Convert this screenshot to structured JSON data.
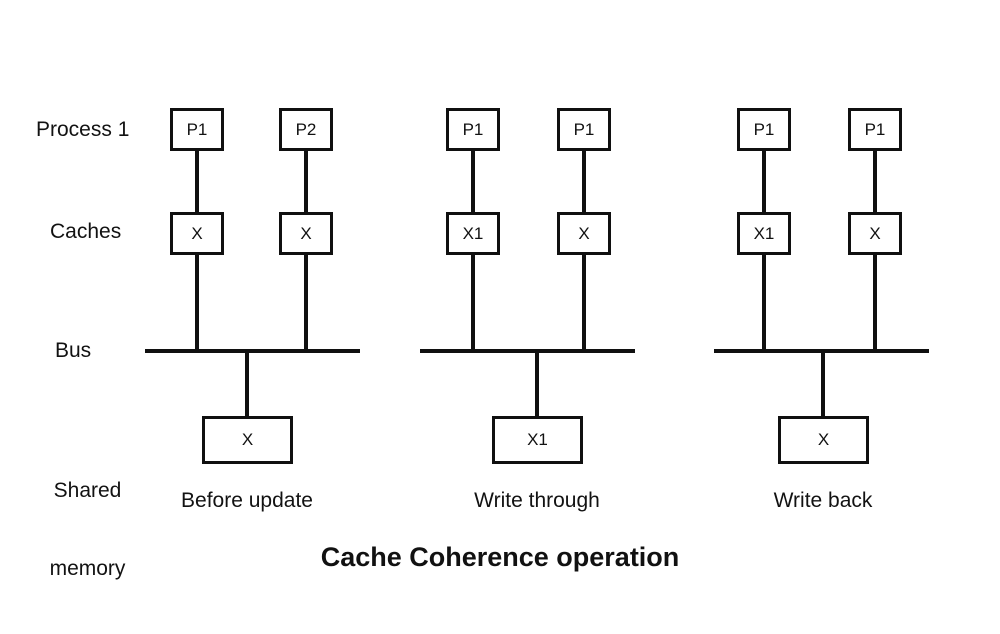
{
  "figure": {
    "title": "Cache Coherence operation",
    "background_color": "#ffffff",
    "stroke_color": "#101010",
    "text_color": "#121212"
  },
  "row_labels": {
    "process": "Process 1",
    "caches": "Caches",
    "bus": "Bus",
    "shared_memory_line1": "Shared",
    "shared_memory_line2": "memory"
  },
  "groups": [
    {
      "id": "before-update",
      "caption": "Before update",
      "processors": [
        "P1",
        "P2"
      ],
      "caches": [
        "X",
        "X"
      ],
      "memory": "X"
    },
    {
      "id": "write-through",
      "caption": "Write through",
      "processors": [
        "P1",
        "P1"
      ],
      "caches": [
        "X1",
        "X"
      ],
      "memory": "X1"
    },
    {
      "id": "write-back",
      "caption": "Write back",
      "processors": [
        "P1",
        "P1"
      ],
      "caches": [
        "X1",
        "X"
      ],
      "memory": "X"
    }
  ]
}
